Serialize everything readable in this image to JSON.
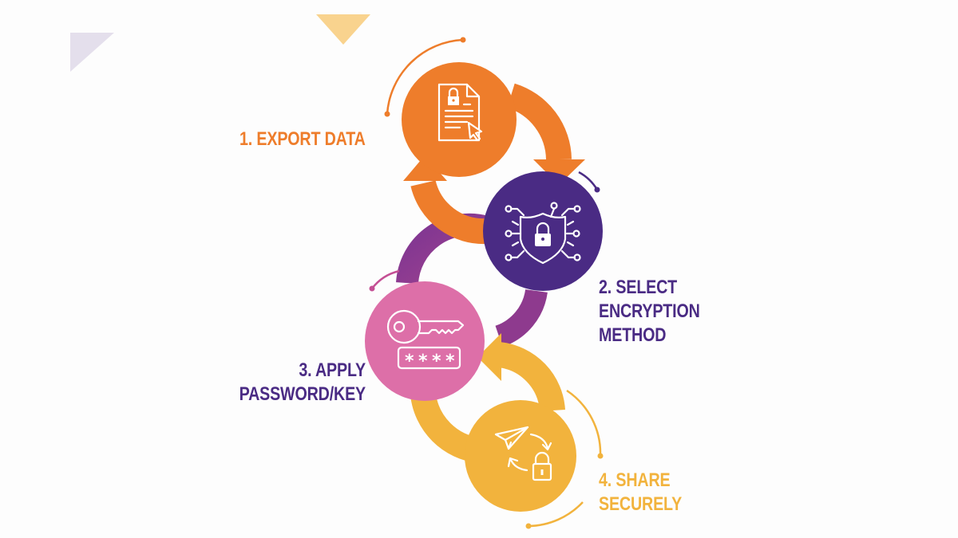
{
  "diagram": {
    "type": "cyclic process flow",
    "steps": [
      {
        "number": "1",
        "label_lines": [
          "1. EXPORT DATA"
        ],
        "icon": "document-lock-cursor-icon",
        "color": "#ee7d2b"
      },
      {
        "number": "2",
        "label_lines": [
          "2. SELECT",
          "ENCRYPTION",
          "METHOD"
        ],
        "icon": "shield-lock-circuit-icon",
        "color": "#4a2b84"
      },
      {
        "number": "3",
        "label_lines": [
          "3. APPLY",
          "PASSWORD/KEY"
        ],
        "icon": "key-password-icon",
        "color": "#dd6fa8"
      },
      {
        "number": "4",
        "label_lines": [
          "4. SHARE",
          "SECURELY"
        ],
        "icon": "send-sync-lock-icon",
        "color": "#f2b33d"
      }
    ],
    "connectors": [
      {
        "from": "1",
        "to": "2",
        "color": "#ee7d2b"
      },
      {
        "from": "2",
        "to": "1",
        "color": "#ee7d2b"
      },
      {
        "from": "2",
        "to": "3",
        "color": "#8e3a8e"
      },
      {
        "from": "3",
        "to": "4",
        "color": "#f2b33d"
      },
      {
        "from": "4",
        "to": "3",
        "color": "#f2b33d"
      }
    ],
    "decorations": [
      {
        "shape": "triangle",
        "color": "#e4dfec"
      },
      {
        "shape": "triangle",
        "color": "#f9d38e"
      }
    ]
  }
}
